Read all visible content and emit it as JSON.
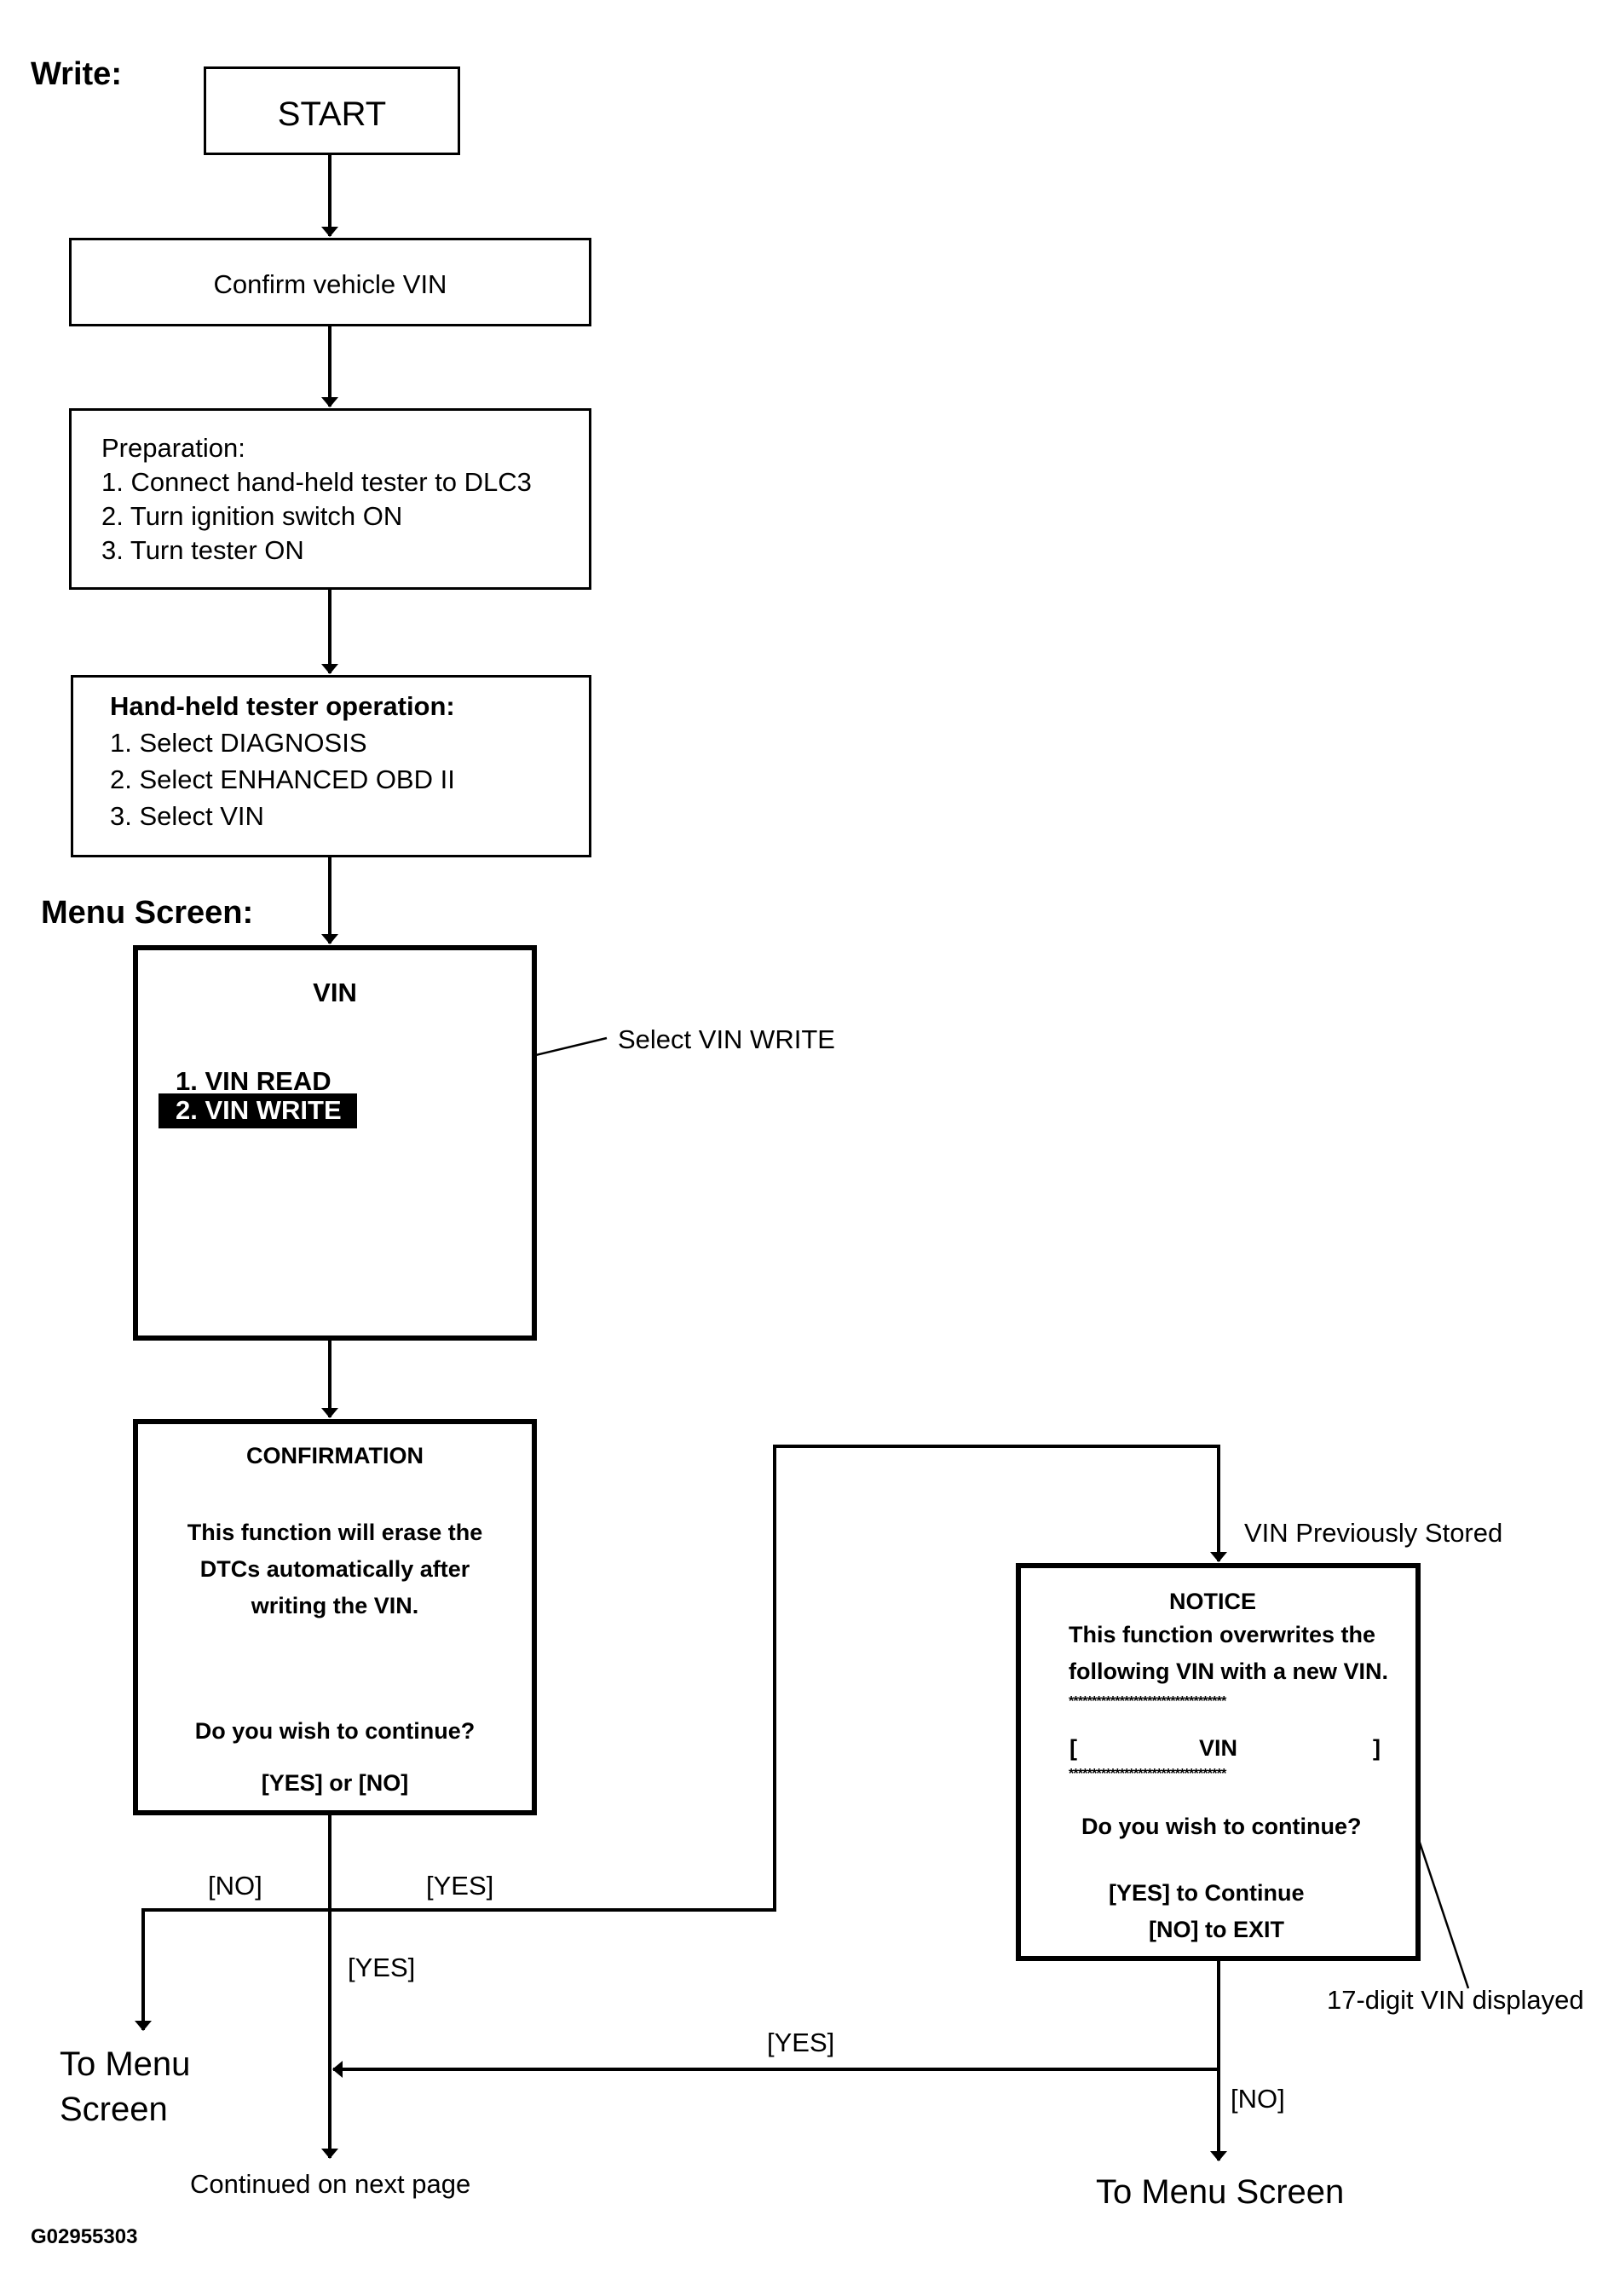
{
  "write_heading": "Write:",
  "start_box": "START",
  "confirm_vin_box": "Confirm vehicle VIN",
  "preparation": {
    "title": "Preparation:",
    "steps": [
      "1. Connect hand-held tester to DLC3",
      "2. Turn ignition switch ON",
      "3. Turn tester ON"
    ]
  },
  "tester_operation": {
    "title": "Hand-held tester operation:",
    "steps": [
      "1. Select DIAGNOSIS",
      "2. Select ENHANCED OBD II",
      "3. Select VIN"
    ]
  },
  "menu_screen_heading": "Menu Screen:",
  "menu_screen": {
    "title": "VIN",
    "items": [
      "1. VIN READ",
      "2. VIN WRITE"
    ],
    "callout": "Select VIN WRITE"
  },
  "confirmation_screen": {
    "title": "CONFIRMATION",
    "message_lines": [
      "This function will erase the",
      "DTCs automatically after",
      "writing the VIN."
    ],
    "question": "Do you wish to continue?",
    "options": "[YES] or [NO]"
  },
  "notice_screen": {
    "title": "NOTICE",
    "message_lines": [
      "This function overwrites the",
      "following VIN with a new VIN."
    ],
    "stars_top": "**********************************",
    "vin_left_bracket": "[",
    "vin_label": "VIN",
    "vin_right_bracket": "]",
    "stars_bottom": "**********************************",
    "question": "Do you wish to continue?",
    "yes_option": "[YES] to Continue",
    "no_option": "[NO] to EXIT"
  },
  "branch_labels": {
    "vin_previously_stored": "VIN Previously Stored",
    "no_left": "[NO]",
    "yes_right": "[YES]",
    "yes_down": "[YES]",
    "yes_return": "[YES]",
    "no_notice": "[NO]",
    "vin_displayed": "17-digit VIN displayed"
  },
  "to_menu_left_line1": "To Menu",
  "to_menu_left_line2": "Screen",
  "continued": "Continued on next page",
  "to_menu_right": "To Menu Screen",
  "figure_id": "G02955303"
}
